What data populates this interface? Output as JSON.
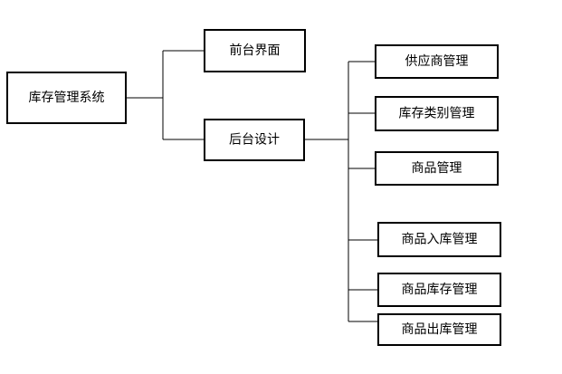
{
  "diagram": {
    "root": "库存管理系统",
    "level1": [
      "前台界面",
      "后台设计"
    ],
    "level2": [
      "供应商管理",
      "库存类别管理",
      "商品管理",
      "商品入库管理",
      "商品库存管理",
      "商品出库管理"
    ]
  },
  "colors": {
    "line": "#000000",
    "box_fill": "#ffffff",
    "box_stroke": "#000000",
    "text": "#000000"
  }
}
